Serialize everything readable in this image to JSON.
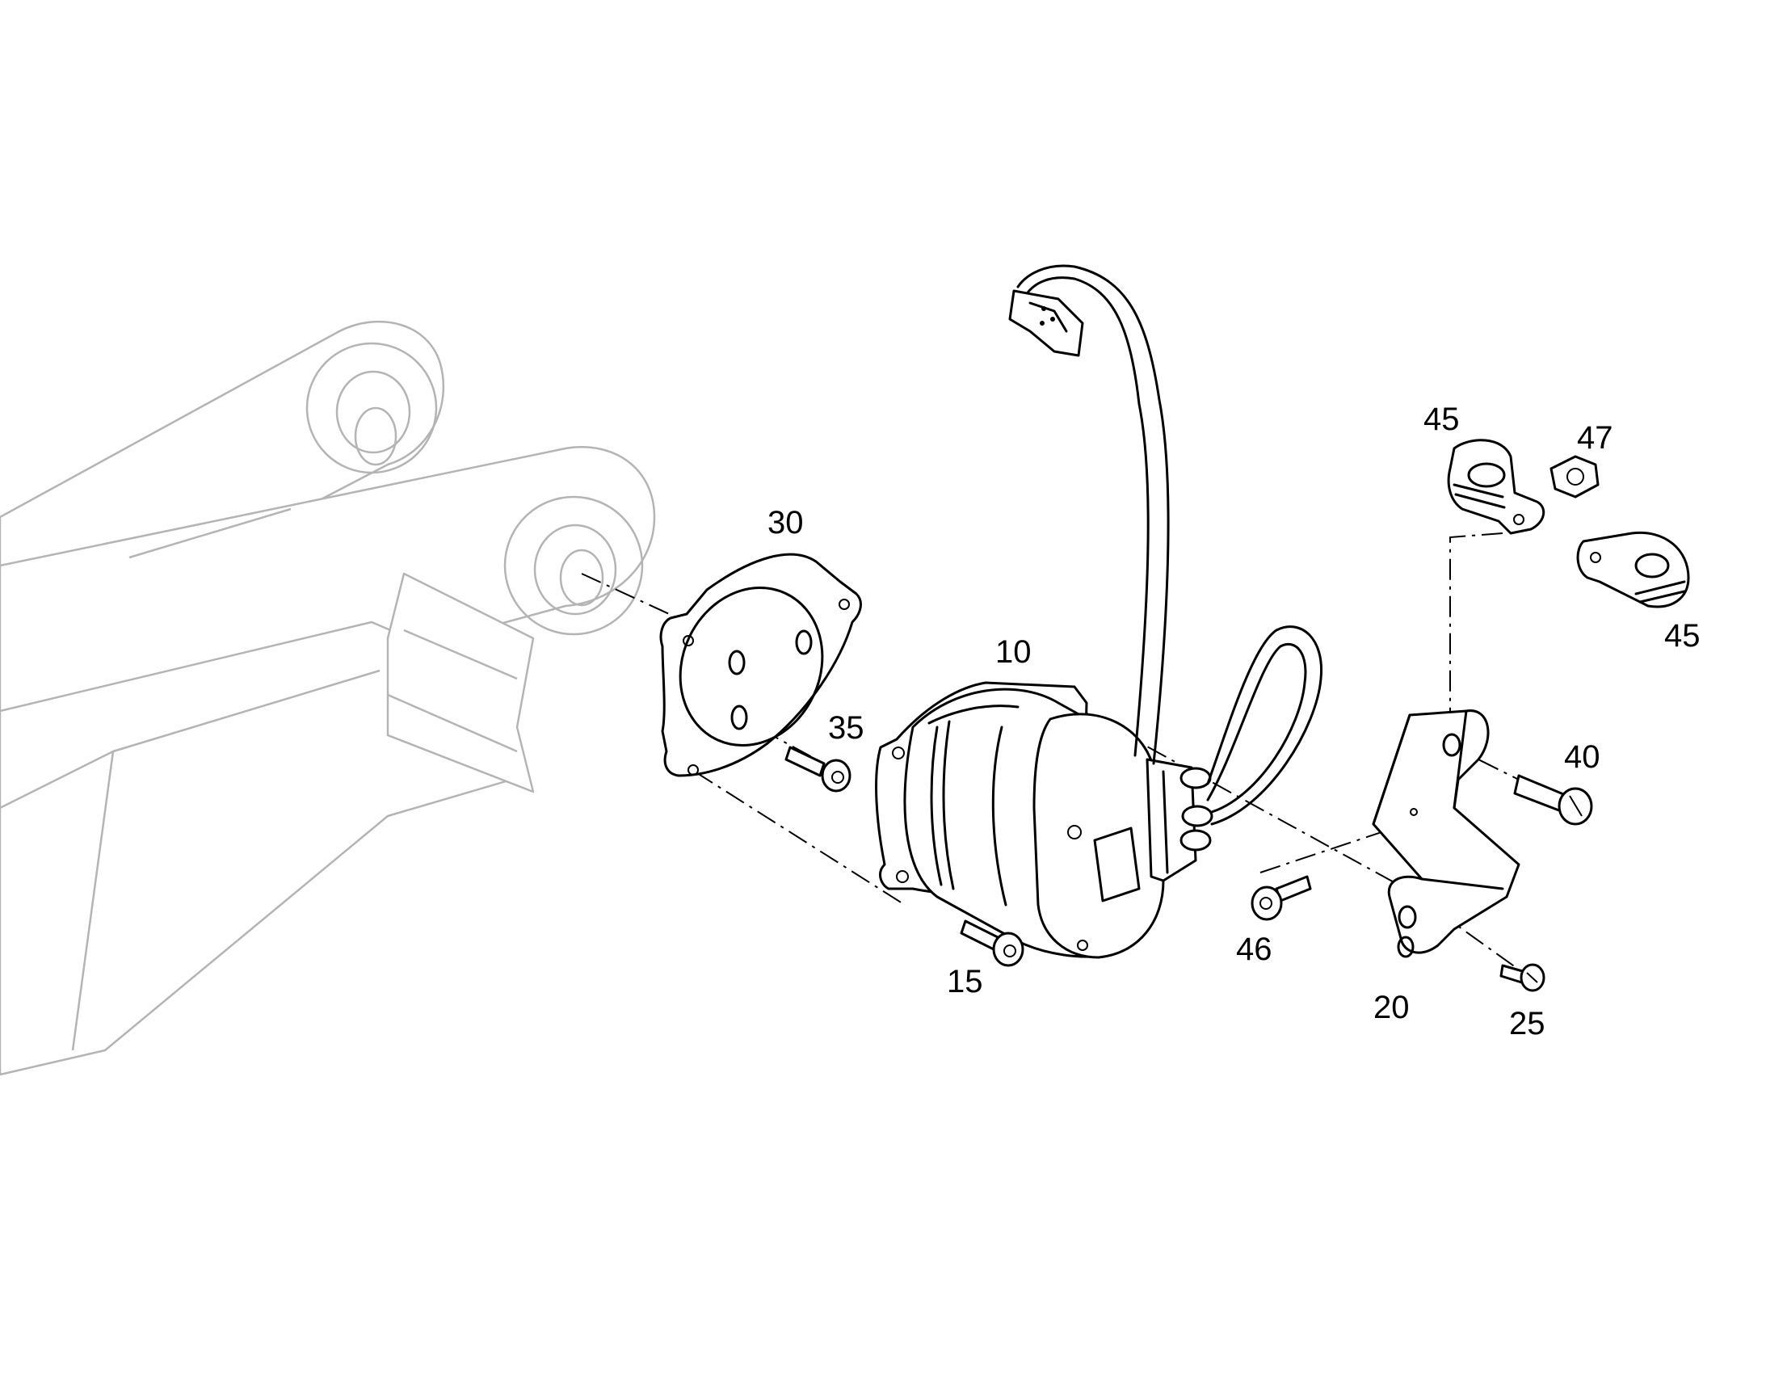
{
  "callouts": {
    "c10": "10",
    "c15": "15",
    "c20": "20",
    "c25": "25",
    "c30": "30",
    "c35": "35",
    "c40": "40",
    "c45a": "45",
    "c45b": "45",
    "c46": "46",
    "c47": "47"
  }
}
